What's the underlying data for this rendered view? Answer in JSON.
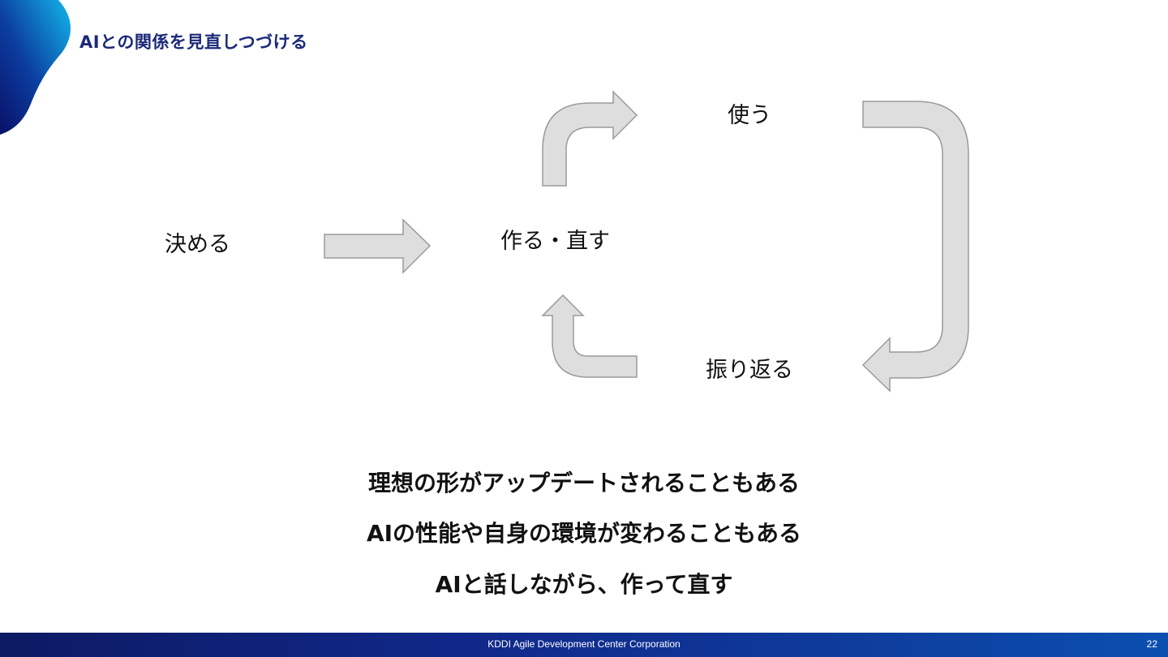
{
  "slide": {
    "title": "AIとの関係を見直しつづける",
    "cycle": {
      "decide": "決める",
      "make_fix": "作る・直す",
      "use": "使う",
      "reflect": "振り返る"
    },
    "statements": [
      "理想の形がアップデートされることもある",
      "AIの性能や自身の環境が変わることもある",
      "AIと話しながら、作って直す"
    ],
    "footer": {
      "company": "KDDI Agile Development Center Corporation",
      "page_number": "22"
    }
  },
  "colors": {
    "title": "#1c2a7a",
    "arrow_fill": "#dedede",
    "arrow_stroke": "#9a9a9a",
    "footer_start": "#0d1a63",
    "footer_end": "#0b4fb0"
  },
  "icons": {
    "corner": "brand-wave-shape"
  }
}
